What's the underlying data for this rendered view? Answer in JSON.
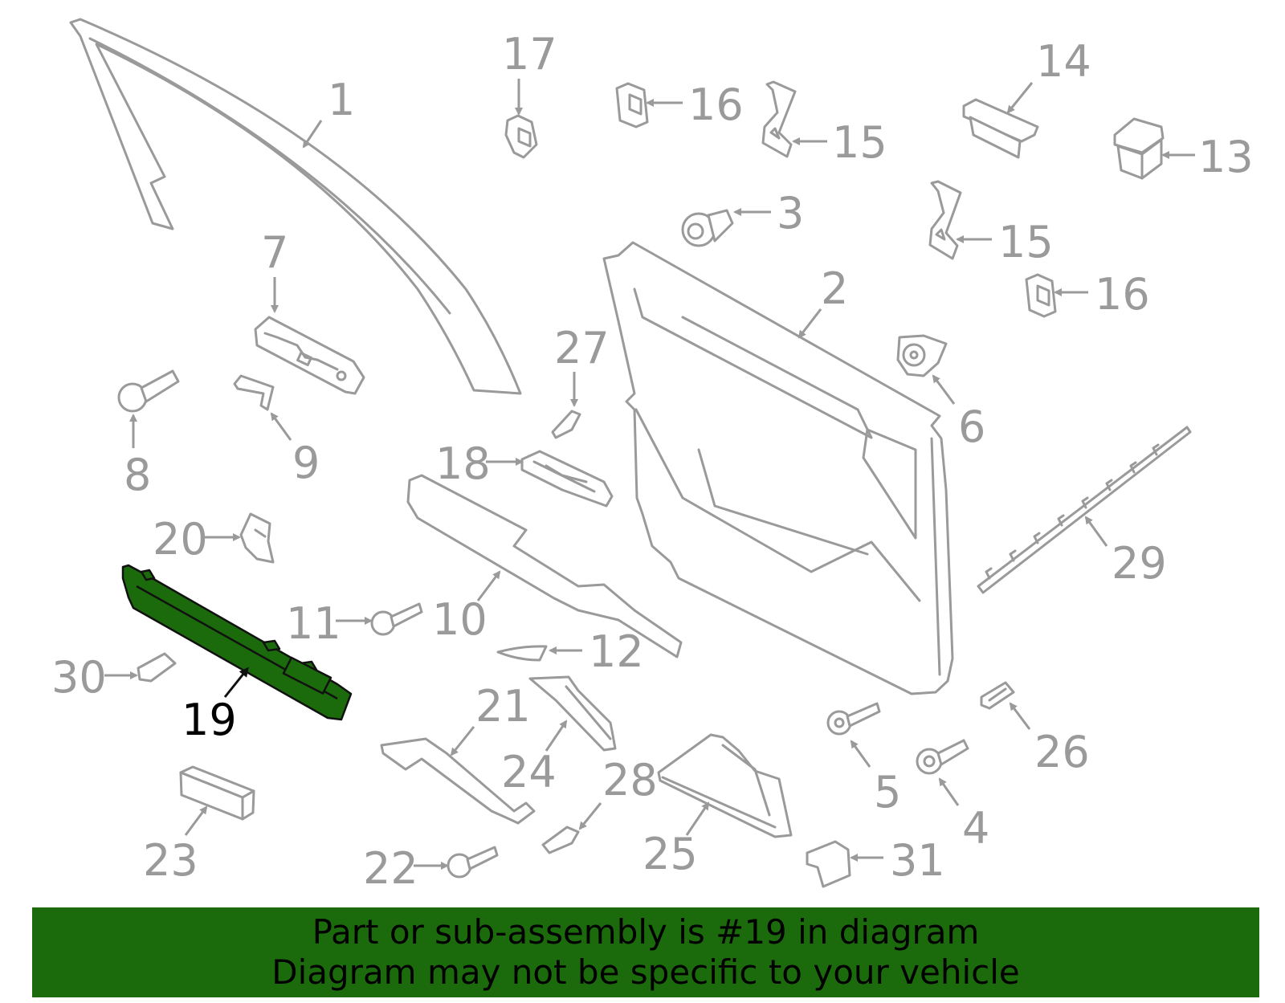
{
  "highlight_color": "#1b6b0c",
  "part_color": "#9a9a9a",
  "callouts": {
    "c1": "1",
    "c2": "2",
    "c3": "3",
    "c4": "4",
    "c5": "5",
    "c6": "6",
    "c7": "7",
    "c8": "8",
    "c9": "9",
    "c10": "10",
    "c11": "11",
    "c12": "12",
    "c13": "13",
    "c14": "14",
    "c15a": "15",
    "c15b": "15",
    "c16a": "16",
    "c16b": "16",
    "c17": "17",
    "c18": "18",
    "c19": "19",
    "c20": "20",
    "c21": "21",
    "c22": "22",
    "c23": "23",
    "c24": "24",
    "c25": "25",
    "c26": "26",
    "c27": "27",
    "c28": "28",
    "c29": "29",
    "c30": "30",
    "c31": "31"
  },
  "highlighted_part": "19",
  "banner": {
    "line1": "Part or sub-assembly is #19 in diagram",
    "line2": "Diagram may not be specific to your vehicle"
  }
}
